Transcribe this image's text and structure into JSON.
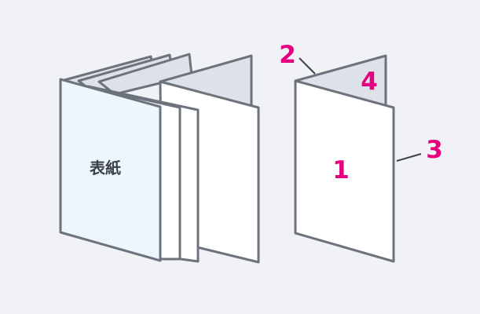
{
  "diagram": {
    "left_figure": {
      "cover_label": "表紙"
    },
    "right_figure": {
      "page_front": "1",
      "page_top_left": "2",
      "page_inner": "4",
      "page_right": "3"
    },
    "colors": {
      "background": "#f1f2f5",
      "panel_fill": "#ffffff",
      "cover_fill": "#eef6fd",
      "inner_fill": "#dde1e8",
      "outline": "#6d737d",
      "magenta": "#e4007f",
      "label_dark": "#3c4048"
    }
  }
}
